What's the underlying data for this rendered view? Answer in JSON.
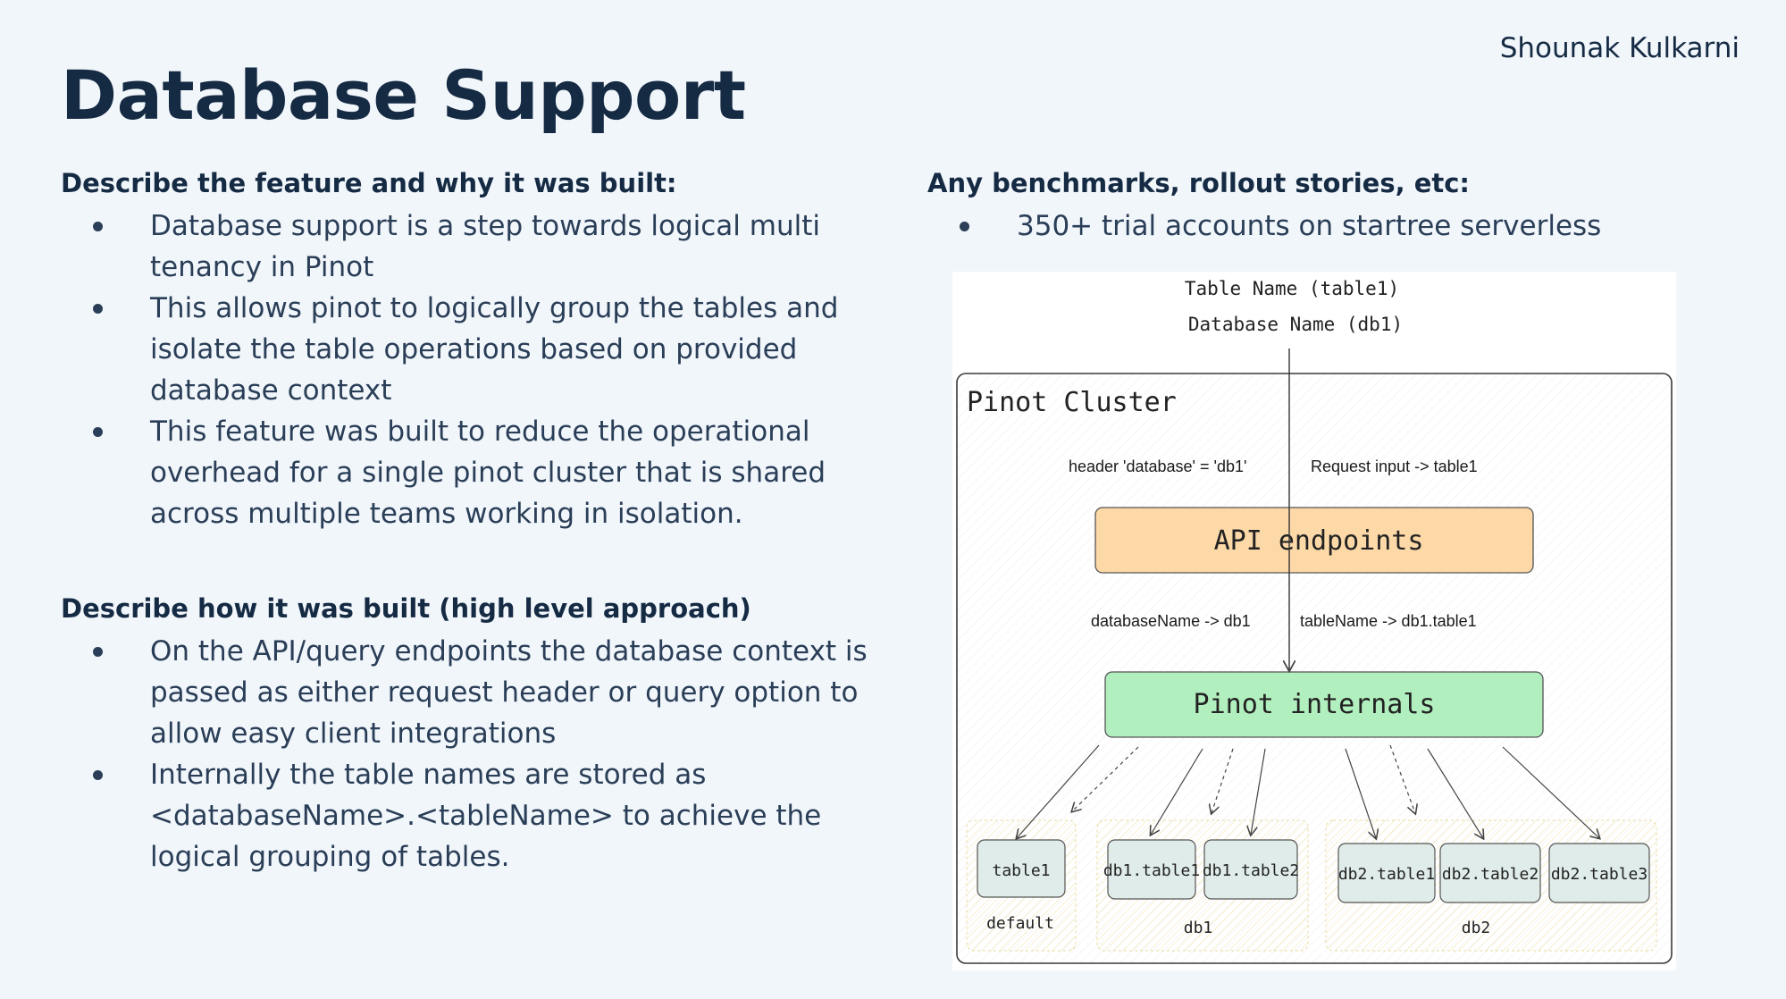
{
  "author": "Shounak Kulkarni",
  "title": "Database Support",
  "feature": {
    "heading": "Describe the feature and why it was built:",
    "bullets": [
      "Database support is a step towards logical multi tenancy in Pinot",
      "This allows pinot to logically group the tables and isolate the table operations based on provided database context",
      "This feature was built to reduce the operational overhead for a single pinot cluster that is shared across multiple teams working in isolation."
    ]
  },
  "approach": {
    "heading": "Describe how it was built (high level approach)",
    "bullets": [
      "On the API/query endpoints the database context is passed as either request header or query option to allow easy client integrations",
      "Internally the table names are stored as <databaseName>.<tableName> to achieve the logical grouping of tables."
    ]
  },
  "benchmarks": {
    "heading": "Any benchmarks, rollout stories, etc:",
    "bullets": [
      "350+ trial accounts on startree serverless"
    ]
  },
  "diagram": {
    "input_table": "Table Name (table1)",
    "input_db": "Database Name (db1)",
    "cluster_label": "Pinot Cluster",
    "header_note": "header 'database' = 'db1'",
    "request_note": "Request input -> table1",
    "api_box": "API endpoints",
    "db_note": "databaseName -> db1",
    "table_note": "tableName -> db1.table1",
    "internals_box": "Pinot internals",
    "groups": [
      {
        "label": "default",
        "tables": [
          "table1"
        ]
      },
      {
        "label": "db1",
        "tables": [
          "db1.table1",
          "db1.table2"
        ]
      },
      {
        "label": "db2",
        "tables": [
          "db2.table1",
          "db2.table2",
          "db2.table3"
        ]
      }
    ],
    "colors": {
      "api": "#fdd9a8",
      "internals": "#b2efbf",
      "table": "#dfece9",
      "group": "#fff6d8"
    }
  }
}
